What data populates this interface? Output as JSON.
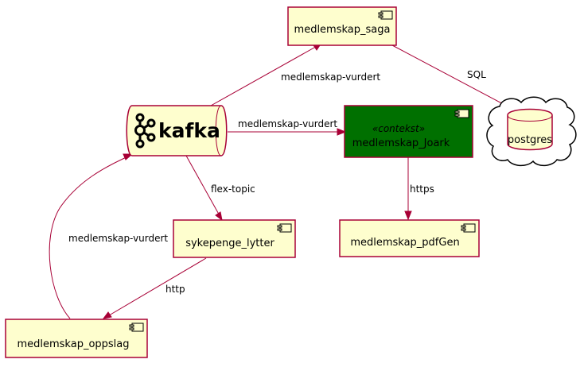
{
  "nodes": {
    "saga": "medlemskap_saga",
    "kafka": "kafka",
    "joark": "medlemskap_Joark",
    "joark_stereotype": "«contekst»",
    "postgres": "postgres",
    "pdfgen": "medlemskap_pdfGen",
    "sykepenge": "sykepenge_lytter",
    "oppslag": "medlemskap_oppslag"
  },
  "edges": {
    "kafka_to_saga": "medlemskap-vurdert",
    "kafka_to_joark": "medlemskap-vurdert",
    "saga_to_postgres": "SQL",
    "joark_to_pdfgen": "https",
    "kafka_to_sykepenge": "flex-topic",
    "sykepenge_to_oppslag": "http",
    "oppslag_to_kafka": "medlemskap-vurdert"
  },
  "colors": {
    "component_fill": "#FEFECE",
    "border": "#A80036",
    "joark_fill": "#007000"
  },
  "icons": {
    "component": "uml-component-icon",
    "kafka": "kafka-logo-icon",
    "database": "database-icon",
    "cloud": "cloud-icon"
  }
}
